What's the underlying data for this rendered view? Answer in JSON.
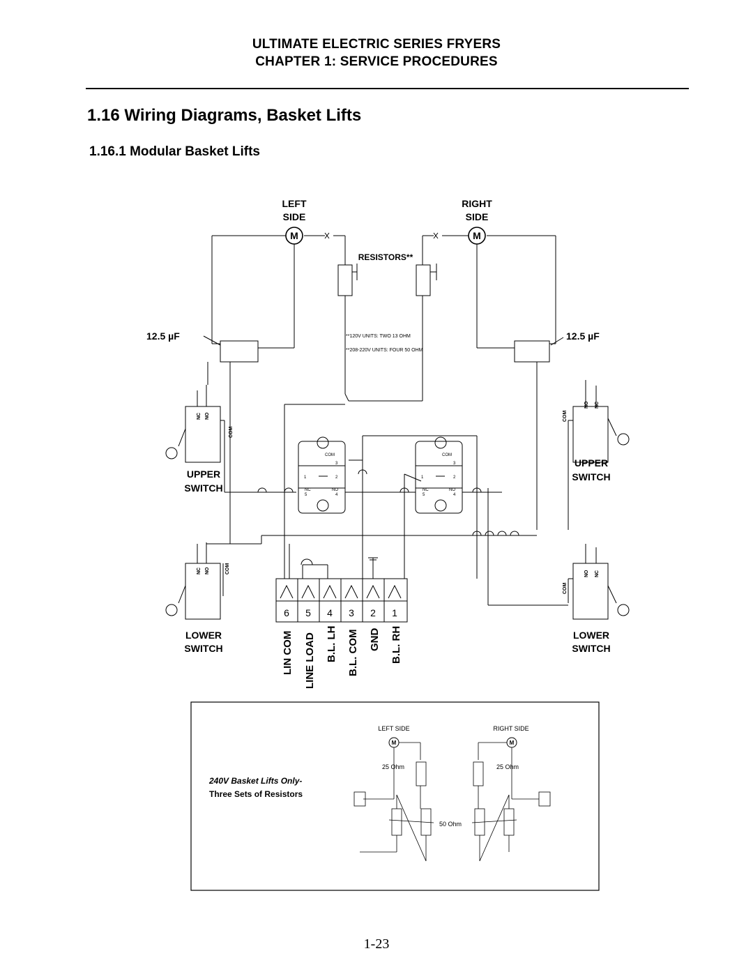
{
  "header": {
    "line1": "ULTIMATE ELECTRIC SERIES FRYERS",
    "line2": "CHAPTER 1:  SERVICE PROCEDURES"
  },
  "section": {
    "title": "1.16  Wiring Diagrams, Basket Lifts",
    "subtitle": "1.16.1  Modular Basket Lifts"
  },
  "diagram": {
    "left_side": [
      "LEFT",
      "SIDE"
    ],
    "right_side": [
      "RIGHT",
      "SIDE"
    ],
    "motor": "M",
    "resistors": "RESISTORS**",
    "capacitor": "12.5 µF",
    "note_120": "**120V UNITS: TWO 13 OHM",
    "note_208": "**208-220V UNITS: FOUR 50 OHM",
    "upper_switch": [
      "UPPER",
      "SWITCH"
    ],
    "lower_switch": [
      "LOWER",
      "SWITCH"
    ],
    "switch_nc": "NC",
    "switch_no": "NO",
    "switch_com": "COM",
    "relay_com": "COM",
    "relay_pins": {
      "p1": "1",
      "p2": "2",
      "p3": "3",
      "p4": "4",
      "p5": "5"
    },
    "terminal_numbers": [
      "6",
      "5",
      "4",
      "3",
      "2",
      "1"
    ],
    "terminal_labels": [
      "LIN COM",
      "LINE LOAD",
      "B.L. LH",
      "B.L. COM",
      "GND",
      "B.L. RH"
    ]
  },
  "inset": {
    "left_side": "LEFT SIDE",
    "right_side": "RIGHT SIDE",
    "motor": "M",
    "ohm25": "25 Ohm",
    "ohm50": "50 Ohm",
    "caption1": "240V Basket Lifts Only-",
    "caption2": "Three Sets of Resistors"
  },
  "page_number": "1-23"
}
